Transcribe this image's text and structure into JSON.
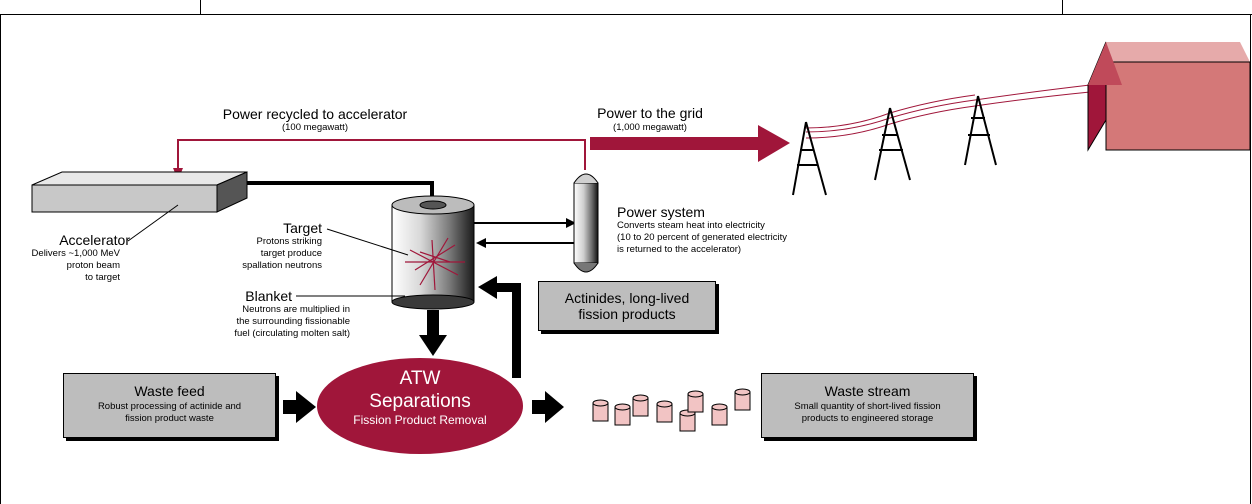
{
  "colors": {
    "power_line": "#a0163a",
    "separations_fill": "#a0163a",
    "house_front": "#d47878",
    "house_roof": "#e6aaaa",
    "house_side": "#a0163a",
    "canister": "#f2c4c4",
    "box_fill": "#bdbdbd",
    "arrow": "#000000"
  },
  "power_recycled": {
    "title": "Power recycled to accelerator",
    "subtitle": "(100 megawatt)"
  },
  "power_grid": {
    "title": "Power to the grid",
    "subtitle": "(1,000 megawatt)"
  },
  "accelerator": {
    "title": "Accelerator",
    "desc": [
      "Delivers ~1,000 MeV",
      "proton beam",
      "to target"
    ]
  },
  "target": {
    "title": "Target",
    "desc": [
      "Protons striking",
      "target produce",
      "spallation neutrons"
    ]
  },
  "blanket": {
    "title": "Blanket",
    "desc": [
      "Neutrons are multiplied in",
      "the surrounding fissionable",
      "fuel (circulating molten salt)"
    ]
  },
  "power_system": {
    "title": "Power system",
    "desc": [
      "Converts steam heat into electricity",
      "(10 to 20 percent of generated electricity",
      "is returned to the accelerator)"
    ]
  },
  "actinides": {
    "title": [
      "Actinides, long-lived",
      "fission products"
    ]
  },
  "waste_feed": {
    "title": "Waste feed",
    "desc": [
      "Robust processing of actinide and",
      "fission product waste"
    ]
  },
  "separations": {
    "title": [
      "ATW",
      "Separations"
    ],
    "subtitle": "Fission Product Removal"
  },
  "waste_stream": {
    "title": "Waste stream",
    "desc": [
      "Small quantity of short-lived fission",
      "products to engineered storage"
    ]
  },
  "icons": [
    "accelerator-icon",
    "target-cylinder-icon",
    "power-system-tank-icon",
    "transmission-tower-icon",
    "house-icon",
    "waste-canister-icon"
  ]
}
